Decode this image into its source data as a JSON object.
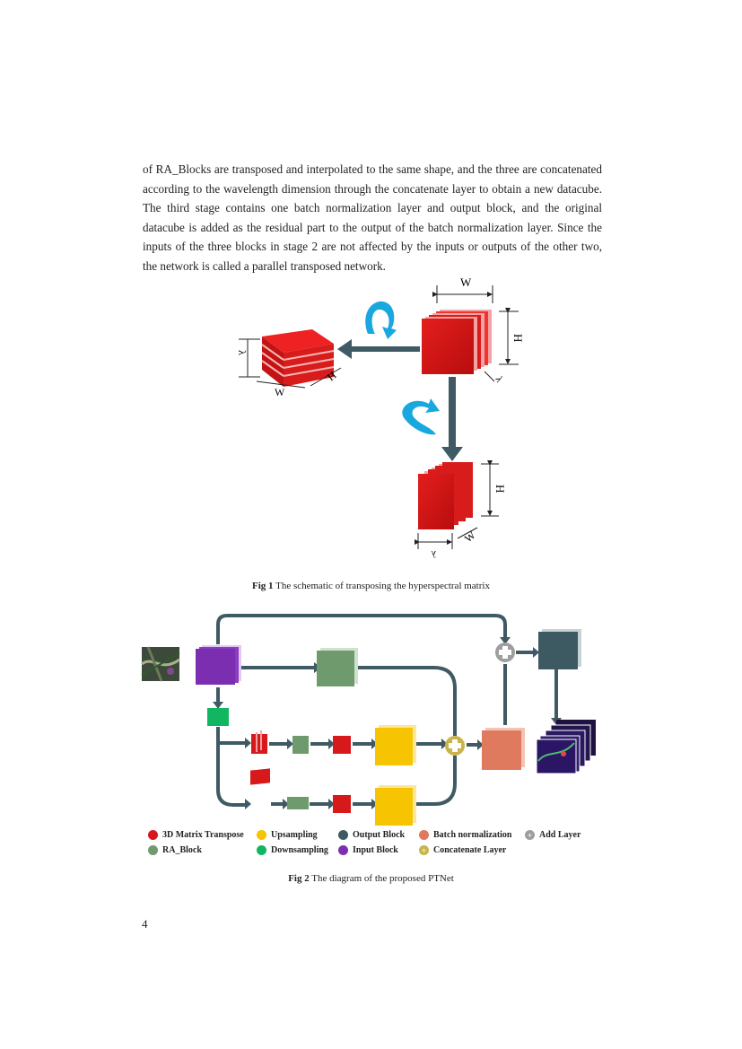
{
  "paragraph": {
    "lines": [
      "of RA_Blocks are transposed and interpolated to the same shape, and the three are concatenated",
      "according to the wavelength dimension through the concatenate layer to obtain a new datacube.",
      "The third stage contains one batch normalization layer and output block, and the original",
      "datacube is added as the residual part to the output of the batch normalization layer. Since the",
      "inputs of the three blocks in stage 2 are not affected by the inputs or outputs of the other two,",
      "the network is called a parallel transposed network."
    ]
  },
  "fig1": {
    "caption_label": "Fig 1",
    "caption_text": " The schematic of transposing the hyperspectral matrix",
    "labels": {
      "w": "W",
      "h": "H",
      "lambda": "λ"
    }
  },
  "fig2": {
    "caption_label": "Fig 2",
    "caption_text": " The diagram of the proposed PTNet",
    "legend": [
      {
        "label": "3D Matrix Transpose",
        "color": "#d7191c",
        "icon": "dot"
      },
      {
        "label": "Upsampling",
        "color": "#f6c400",
        "icon": "dot"
      },
      {
        "label": "Output Block",
        "color": "#3d5a63",
        "icon": "dot"
      },
      {
        "label": "Batch normalization",
        "color": "#e07a5f",
        "icon": "dot"
      },
      {
        "label": "Add Layer",
        "color": "#9e9e9e",
        "icon": "add-icon"
      },
      {
        "label": "RA_Block",
        "color": "#6f9a6e",
        "icon": "dot"
      },
      {
        "label": "Downsampling",
        "color": "#10b760",
        "icon": "dot"
      },
      {
        "label": "Input Block",
        "color": "#7b2fb0",
        "icon": "dot"
      },
      {
        "label": "Concatenate Layer",
        "color": "#c9b44a",
        "icon": "concat-icon"
      }
    ]
  },
  "page_number": "4"
}
